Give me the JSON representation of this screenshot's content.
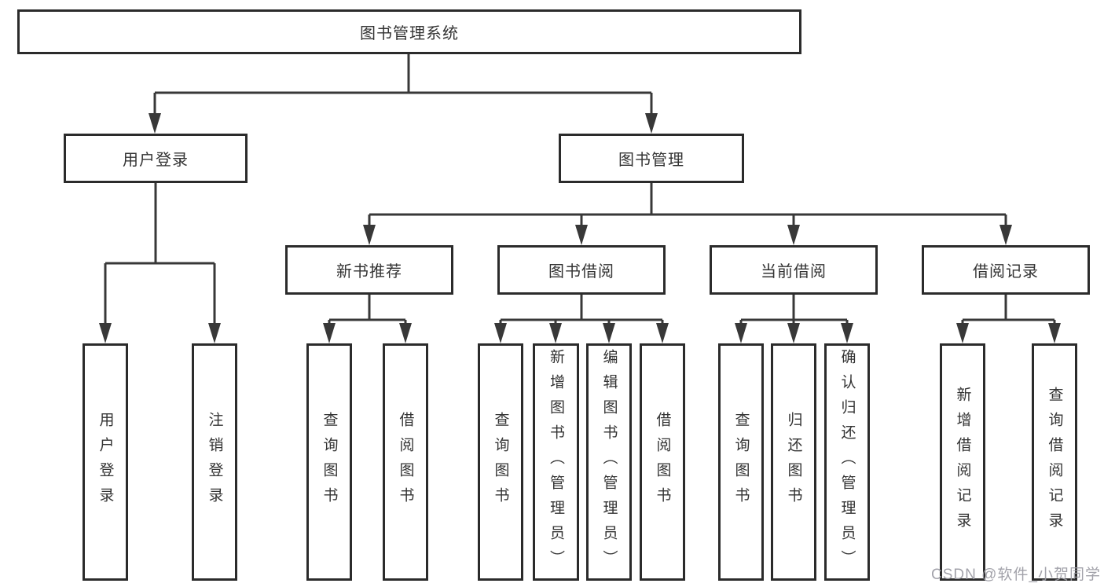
{
  "diagram_title": "图书管理系统",
  "branches": {
    "user": {
      "label": "用户登录",
      "children": [
        "用户登录",
        "注销登录"
      ]
    },
    "mgmt": {
      "label": "图书管理",
      "groups": [
        {
          "label": "新书推荐",
          "children": [
            "查询图书",
            "借阅图书"
          ]
        },
        {
          "label": "图书借阅",
          "children": [
            "查询图书",
            "新增图书（管理员）",
            "编辑图书（管理员）",
            "借阅图书"
          ]
        },
        {
          "label": "当前借阅",
          "children": [
            "查询图书",
            "归还图书",
            "确认归还（管理员）"
          ]
        },
        {
          "label": "借阅记录",
          "children": [
            "新增借阅记录",
            "查询借阅记录"
          ]
        }
      ]
    }
  },
  "watermark": "CSDN @软件_小贺同学",
  "colors": {
    "line": "#383838",
    "box_border": "#2b2b2b",
    "text": "#333333",
    "background": "#ffffff",
    "watermark": "#9b9ba3"
  }
}
